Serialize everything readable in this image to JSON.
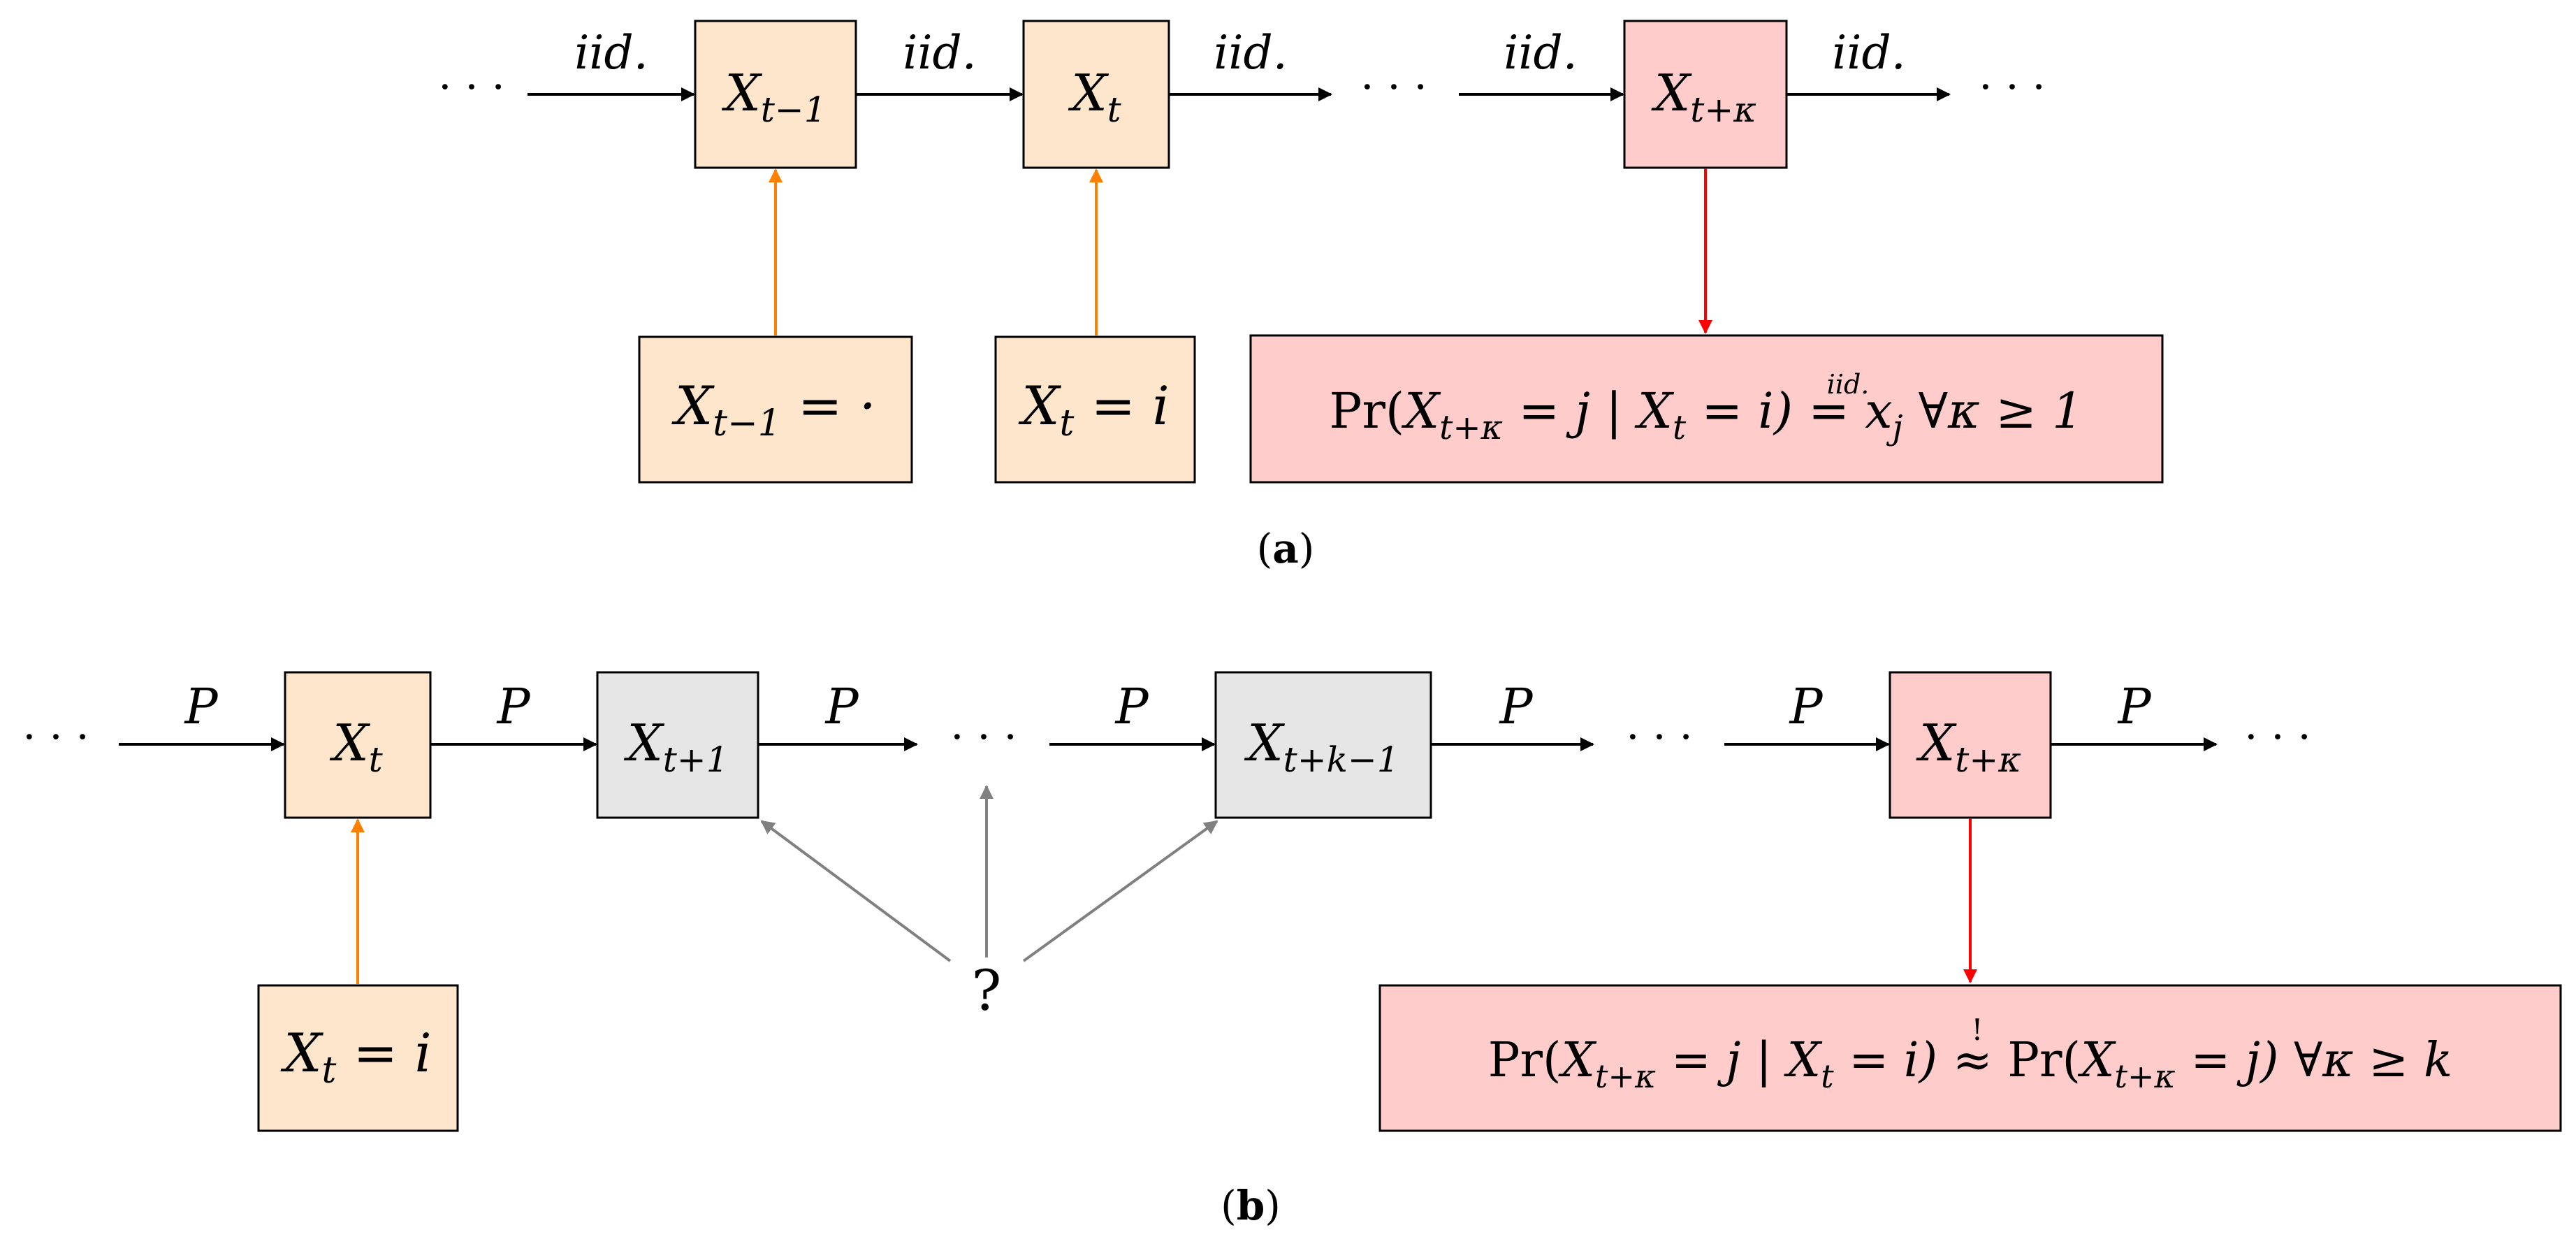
{
  "colors": {
    "known_box": "#FEE6CC",
    "target_box": "#FFCCCC",
    "unknown_box": "#E6E6E6",
    "arrow_black": "#000000",
    "arrow_orange": "#FF8000",
    "arrow_red": "#FF0000",
    "arrow_gray": "#808080"
  },
  "panel_a": {
    "ellipsis": "· · ·",
    "edge_label": "iid.",
    "node_prev": {
      "base": "X",
      "sub": "t−1"
    },
    "node_t": {
      "base": "X",
      "sub": "t"
    },
    "node_target": {
      "base": "X",
      "sub": "t+κ"
    },
    "obs_prev": {
      "base": "X",
      "sub": "t−1",
      "rest": " =  ·"
    },
    "obs_t": {
      "base": "X",
      "sub": "t",
      "rest": " = i"
    },
    "formula": {
      "pr1": "Pr(",
      "x1": "X",
      "s1": "t+κ",
      "mid1": " = j | ",
      "x2": "X",
      "s2": "t",
      "mid2": " = i) ",
      "rel": "=",
      "rel_label": "iid.",
      "rhs_x": " x",
      "rhs_sub": "j",
      "rhs_rest": " ∀κ ≥ 1"
    },
    "caption": {
      "open": "(",
      "letter": "a",
      "close": ")"
    }
  },
  "panel_b": {
    "ellipsis": "· · ·",
    "edge_label": "P",
    "node_t": {
      "base": "X",
      "sub": "t"
    },
    "node_t1": {
      "base": "X",
      "sub": "t+1"
    },
    "node_tk1": {
      "base": "X",
      "sub": "t+k−1"
    },
    "node_target": {
      "base": "X",
      "sub": "t+κ"
    },
    "obs_t": {
      "base": "X",
      "sub": "t",
      "rest": " = i"
    },
    "question": "?",
    "formula": {
      "pr1": "Pr(",
      "x1": "X",
      "s1": "t+κ",
      "mid1": " = j | ",
      "x2": "X",
      "s2": "t",
      "mid2": " = i) ",
      "rel": "≈",
      "rel_label": "!",
      "pr2": " Pr(",
      "x3": "X",
      "s3": "t+κ",
      "mid3": " = j) ∀κ ≥ ",
      "k": "k"
    },
    "caption": {
      "open": "(",
      "letter": "b",
      "close": ")"
    }
  }
}
